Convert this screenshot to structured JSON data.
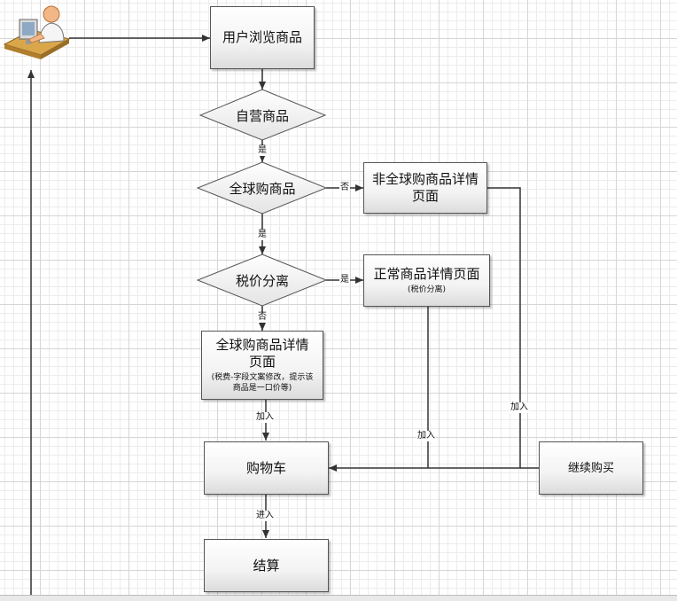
{
  "nodes": {
    "browse": "用户浏览商品",
    "self_run": "自营商品",
    "global": "全球购商品",
    "non_global_detail": "非全球购商品详情页面",
    "tax_split": "税价分离",
    "normal_detail": "正常商品详情页面",
    "normal_detail_note": "(税价分离)",
    "global_detail_line1": "全球购商品详情",
    "global_detail_line2": "页面",
    "global_detail_note": "(税费-字段文案修改，提示该商品是一口价等)",
    "cart": "购物车",
    "continue": "继续购买",
    "checkout": "结算"
  },
  "edges": {
    "yes_1": "是",
    "no_1": "否",
    "yes_2": "是",
    "yes_3": "是",
    "no_3": "否",
    "add_1": "加入",
    "add_2": "加入",
    "add_3": "加入",
    "enter": "进入"
  }
}
